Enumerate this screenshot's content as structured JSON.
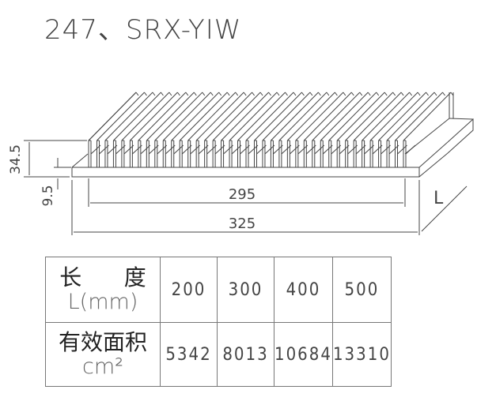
{
  "title": "247、SRX-YIW",
  "dimensions": {
    "fin_height": "34.5",
    "base_thickness": "9.5",
    "fin_span": "295",
    "overall_width": "325",
    "length": "L"
  },
  "table": {
    "row1_header_line1": "长      度",
    "row1_header_line2": "L(mm)",
    "row2_header_line1": "有效面积",
    "row2_header_line2": "cm²",
    "lengths": [
      "200",
      "300",
      "400",
      "500"
    ],
    "areas": [
      "5342",
      "8013",
      "10684",
      "13310"
    ]
  }
}
